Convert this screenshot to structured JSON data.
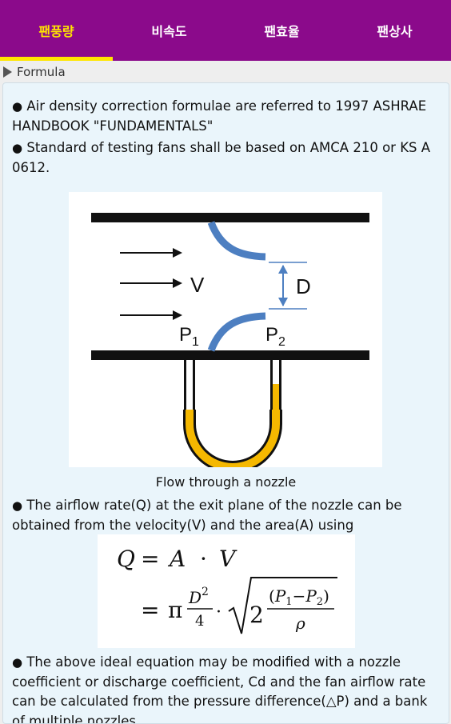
{
  "tabs": [
    {
      "label": "팬풍량",
      "active": true
    },
    {
      "label": "비속도",
      "active": false
    },
    {
      "label": "팬효율",
      "active": false
    },
    {
      "label": "팬상사",
      "active": false
    }
  ],
  "section": {
    "title": "Formula"
  },
  "bullet_symbol": "●",
  "paragraphs": {
    "p1": "Air density correction formulae are referred to 1997 ASHRAE HANDBOOK \"FUNDAMENTALS\"",
    "p2": "Standard of testing fans shall be based on AMCA 210 or KS A 0612.",
    "p3": "The airflow rate(Q) at the exit plane of the nozzle can be obtained from the velocity(V) and the area(A) using",
    "p4": "The above ideal equation may be modified with a nozzle coefficient or discharge coefficient, Cd and the fan airflow rate can be calculated from the pressure difference(△P) and a bank of multiple nozzles."
  },
  "figure": {
    "caption": "Flow through a nozzle",
    "label_v": "V",
    "label_d": "D",
    "label_p": "P",
    "sub_1": "1",
    "sub_2": "2"
  },
  "formula": {
    "q": "Q",
    "eq": "=",
    "a": "A",
    "dot": "·",
    "v": "V",
    "pi": "π",
    "d": "D",
    "sq": "2",
    "four": "4",
    "two": "2",
    "open": "(",
    "p": "P",
    "s1": "1",
    "minus": "−",
    "s2": "2",
    "close": ")",
    "rho": "ρ"
  },
  "colors": {
    "tab_bg": "#8b0a8b",
    "accent": "#ffe600",
    "nozzle": "#4d7fc1",
    "fluid": "#f5b800"
  }
}
